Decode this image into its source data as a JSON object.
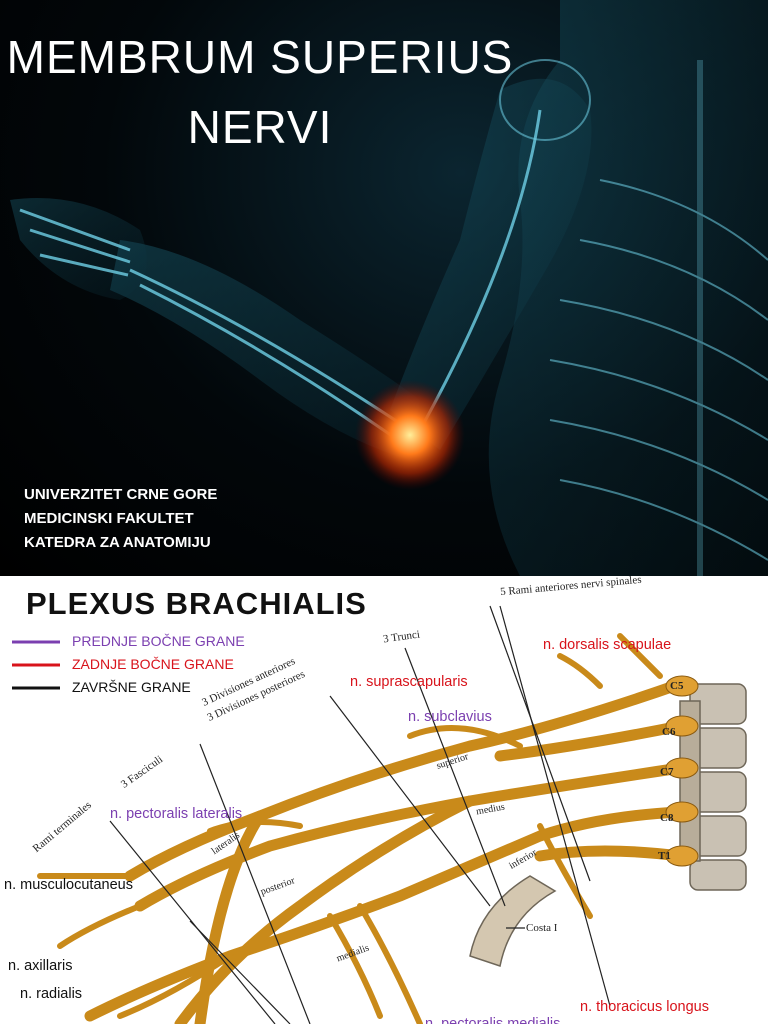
{
  "slide1": {
    "title_line1": "MEMBRUM SUPERIUS",
    "title_line2": "NERVI",
    "institution": [
      "UNIVERZITET CRNE GORE",
      "MEDICINSKI FAKULTET",
      "KATEDRA ZA ANATOMIJU"
    ]
  },
  "slide2": {
    "title": "PLEXUS  BRACHIALIS",
    "legend": [
      {
        "label": "PREDNJE BOČNE GRANE",
        "color": "#7b3fb0"
      },
      {
        "label": "ZADNJE BOČNE GRANE",
        "color": "#d8131b"
      },
      {
        "label": "ZAVRŠNE GRANE",
        "color": "#111111"
      }
    ],
    "nerves": {
      "dorsalis_scapulae": "n. dorsalis scapulae",
      "suprascapularis": "n. suprascapularis",
      "subclavius": "n. subclavius",
      "pectoralis_lateralis": "n. pectoralis lateralis",
      "musculocutaneus": "n. musculocutaneus",
      "axillaris": "n. axillaris",
      "radialis": "n. radialis",
      "thoracicus_longus": "n. thoracicus longus",
      "pectoralis_medialis": "n. pectoralis medialis"
    },
    "anatomy_labels": {
      "rami_anteriores": "5 Rami anteriores nervi spinales",
      "trunci": "3 Trunci",
      "divisiones_ant": "3 Divisiones anteriores",
      "divisiones_post": "3 Divisiones posteriores",
      "fasciculi": "3 Fasciculi",
      "rami_terminales": "Rami terminales",
      "superior": "superior",
      "medius": "medius",
      "inferior": "inferior",
      "lateralis": "lateralis",
      "posterior": "posterior",
      "medialis": "medialis",
      "costa": "Costa I",
      "c5": "C5",
      "c6": "C6",
      "c7": "C7",
      "c8": "C8",
      "t1": "T1"
    }
  }
}
